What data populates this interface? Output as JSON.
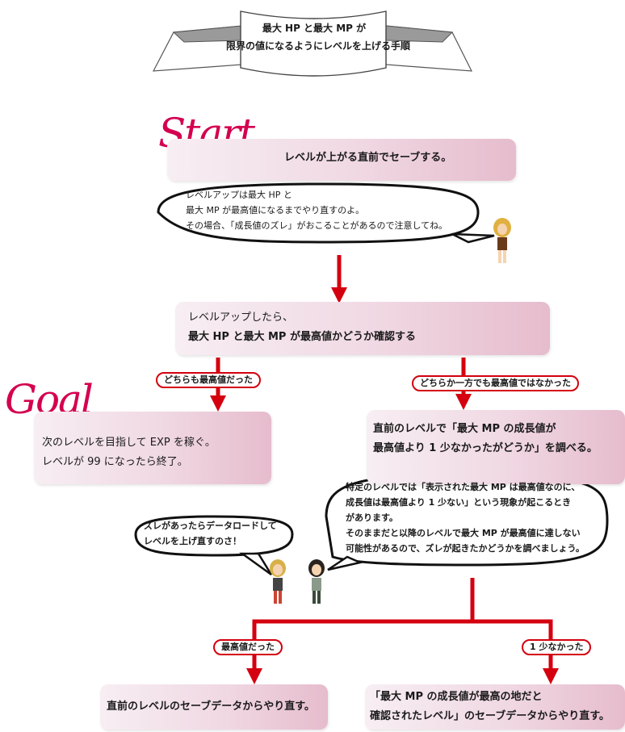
{
  "banner": {
    "line1": "最大 HP と最大 MP が",
    "line2": "限界の値になるようにレベルを上げる手順"
  },
  "start": {
    "script_label": "Start",
    "text": "レベルが上がる直前でセーブする。"
  },
  "bubble_top": {
    "lines": [
      "レベルアップは最大 HP と",
      "最大 MP が最高値になるまでやり直すのよ。",
      "その場合、「成長値のズレ」がおこることがあるので注意してね。"
    ]
  },
  "step_check": {
    "lines": [
      "レベルアップしたら、",
      "最大 HP と最大 MP が最高値かどうか確認する"
    ]
  },
  "tags": {
    "both_max": "どちらも最高値だった",
    "one_not_max": "どちらか一方でも最高値ではなかった",
    "was_max": "最高値だった",
    "one_short": "1 少なかった"
  },
  "goal": {
    "script_label": "Goal",
    "lines": [
      "次のレベルを目指して EXP を稼ぐ。",
      "レベルが 99 になったら終了。"
    ]
  },
  "step_investigate": {
    "lines": [
      "直前のレベルで「最大 MP の成長値が",
      "最高値より 1 少なかったがどうか」を調べる。"
    ]
  },
  "bubble_right": {
    "lines": [
      "特定のレベルでは「表示された最大 MP は最高値なのに、",
      "成長値は最高値より 1 少ない」という現象が起こるとき",
      "があります。",
      "そのままだと以降のレベルで最大 MP が最高値に達しない",
      "可能性があるので、ズレが起きたかどうかを調べましょう。"
    ]
  },
  "bubble_left": {
    "lines": [
      "ズレがあったらデータロードして",
      "レベルを上げ直すのさ！"
    ]
  },
  "result_left": {
    "text": "直前のレベルのセーブデータからやり直す。"
  },
  "result_right": {
    "lines": [
      "「最大 MP の成長値が最高の地だと",
      "確認されたレベル」のセーブデータからやり直す。"
    ]
  },
  "colors": {
    "accent": "#d4000f",
    "script": "#d4004f",
    "box_light": "#f7eef3",
    "box_dark": "#e6bccd"
  }
}
